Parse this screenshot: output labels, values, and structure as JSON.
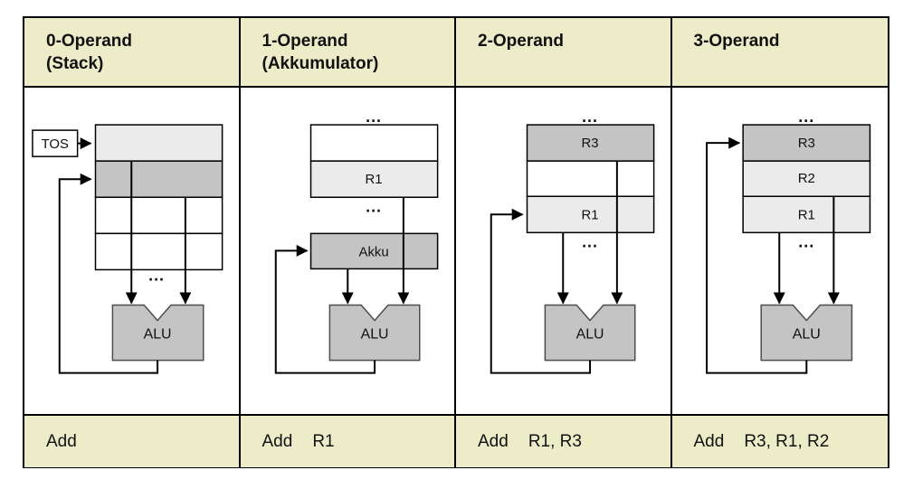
{
  "colors": {
    "band_bg": "#ECECC9",
    "cell_dark": "#C4C4C4",
    "cell_light": "#EBEBEB",
    "cell_white": "#FFFFFF",
    "alu_fill": "#C4C4C4",
    "wire": "#000000",
    "table_border": "#000000"
  },
  "columns": [
    {
      "header_line1": "0-Operand",
      "header_line2": "(Stack)",
      "instruction": {
        "opcode": "Add",
        "operands": ""
      },
      "labels": {
        "tos": "TOS",
        "alu": "ALU",
        "ellipsis_bottom": "..."
      }
    },
    {
      "header_line1": "1-Operand",
      "header_line2": "(Akkumulator)",
      "instruction": {
        "opcode": "Add",
        "operands": "R1"
      },
      "labels": {
        "ellipsis_top": "...",
        "reg1": "R1",
        "ellipsis_mid": "...",
        "akku": "Akku",
        "alu": "ALU"
      }
    },
    {
      "header_line1": "2-Operand",
      "header_line2": "",
      "instruction": {
        "opcode": "Add",
        "operands": "R1, R3"
      },
      "labels": {
        "ellipsis_top": "...",
        "reg_top": "R3",
        "reg_bottom": "R1",
        "ellipsis_bottom": "...",
        "alu": "ALU"
      }
    },
    {
      "header_line1": "3-Operand",
      "header_line2": "",
      "instruction": {
        "opcode": "Add",
        "operands": "R3, R1, R2"
      },
      "labels": {
        "ellipsis_top": "...",
        "reg_top": "R3",
        "reg_mid": "R2",
        "reg_bottom": "R1",
        "ellipsis_bottom": "...",
        "alu": "ALU"
      }
    }
  ]
}
